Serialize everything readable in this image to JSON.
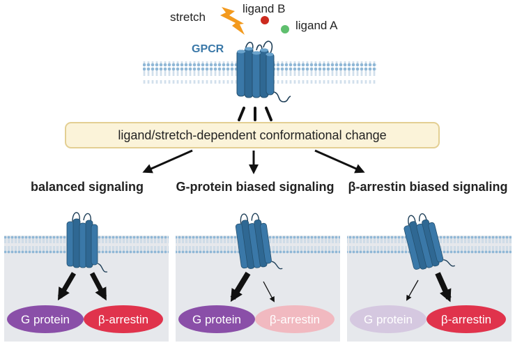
{
  "top": {
    "stretch_label": "stretch",
    "ligand_b_label": "ligand B",
    "ligand_a_label": "ligand A",
    "receptor_label": "GPCR"
  },
  "process_box": {
    "text": "ligand/stretch-dependent conformational change"
  },
  "modes": [
    {
      "title": "balanced signaling",
      "g_protein": "G protein",
      "arrestin": "β-arrestin"
    },
    {
      "title": "G-protein biased signaling",
      "g_protein": "G protein",
      "arrestin": "β-arrestin"
    },
    {
      "title": "β-arrestin biased signaling",
      "g_protein": "G protein",
      "arrestin": "β-arrestin"
    }
  ],
  "colors": {
    "receptor": "#3a78a8",
    "receptor_dark": "#24506f",
    "membrane_head": "#8fb7d6",
    "ligand_b": "#cc2a1e",
    "ligand_a": "#5fbf6e",
    "stretch_bolt": "#f39a1e",
    "box_fill": "#fbf3d9",
    "box_stroke": "#e3cf93",
    "panel_fill": "#e6e8ec",
    "g_protein": "#8a4fa8",
    "g_protein_faded": "#d5c8e0",
    "arrestin": "#e0334c",
    "arrestin_faded": "#f1b9c0"
  },
  "icons": [
    "lightning-icon",
    "ligand-b-icon",
    "ligand-a-icon",
    "gpcr-icon",
    "membrane-icon",
    "arrow-icon"
  ]
}
